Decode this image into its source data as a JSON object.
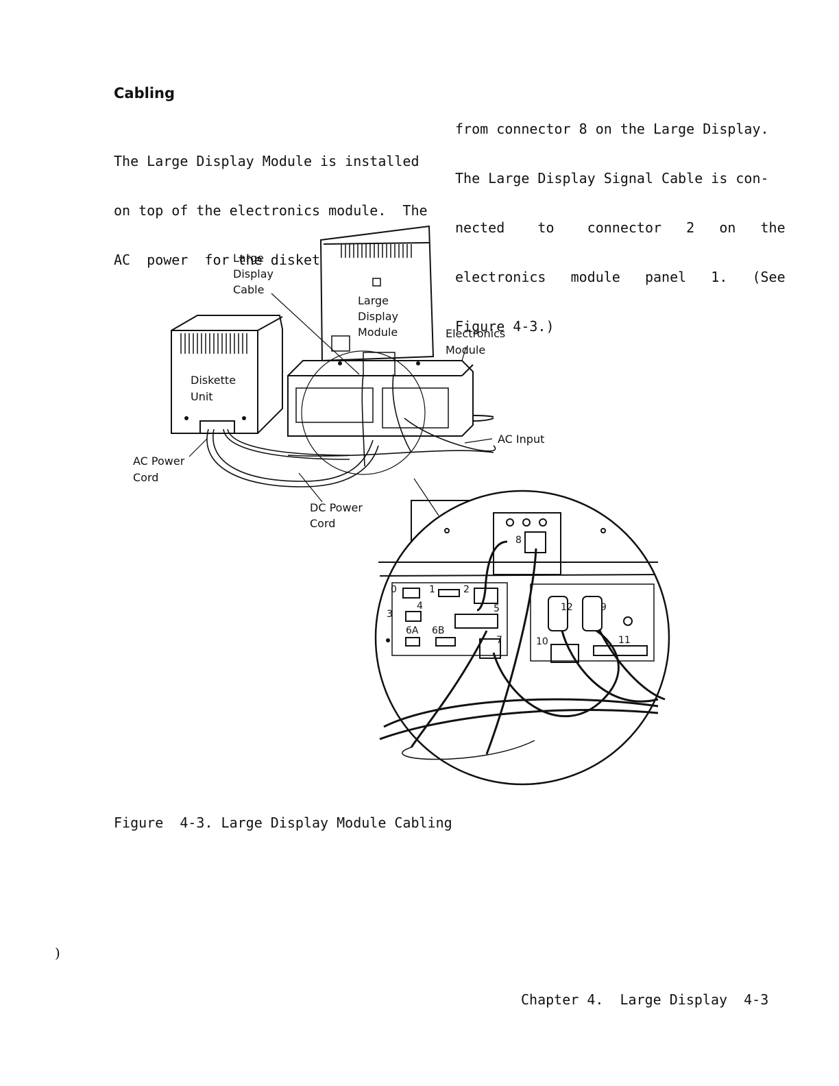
{
  "heading": "Cabling",
  "body_left": [
    "The Large Display Module is installed",
    "on top of the electronics module.  The",
    "AC  power  for the diskette unit comes"
  ],
  "body_right": [
    "from connector 8 on the Large Display.",
    "The Large Display Signal Cable is con-",
    "nected    to    connector   2   on   the",
    "electronics   module   panel   1.   (See",
    "Figure 4-3.)"
  ],
  "figure_labels": {
    "large_display_cable": [
      "Large",
      "Display",
      "Cable"
    ],
    "large_display_module": [
      "Large",
      "Display",
      "Module"
    ],
    "electronics_module": [
      "Electronics",
      "Module"
    ],
    "diskette_unit": [
      "Diskette",
      "Unit"
    ],
    "ac_input": "AC Input",
    "ac_power_cord": [
      "AC Power",
      "Cord"
    ],
    "dc_power_cord": [
      "DC Power",
      "Cord"
    ]
  },
  "connector_labels": {
    "c0": "0",
    "c1": "1",
    "c2": "2",
    "c3": "3",
    "c4": "4",
    "c5": "5",
    "c6a": "6A",
    "c6b": "6B",
    "c7": "7",
    "c8": "8",
    "c9": "9",
    "c10": "10",
    "c11": "11",
    "c12": "12"
  },
  "caption": "Figure  4-3. Large Display Module Cabling",
  "footer": "Chapter 4.  Large Display  4-3",
  "margin_mark": ")"
}
